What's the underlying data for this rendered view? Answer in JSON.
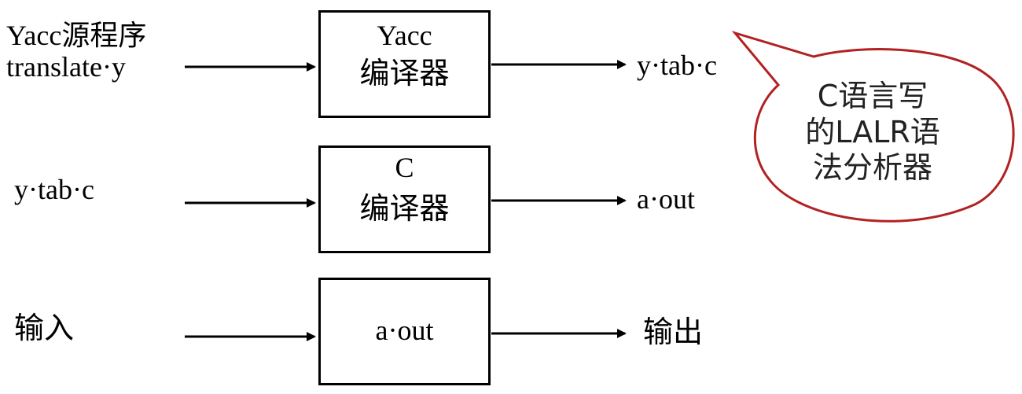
{
  "rows": [
    {
      "input_lines": [
        "Yacc源程序",
        "translate·y"
      ],
      "box_lines": [
        "Yacc",
        "编译器"
      ],
      "output": "y·tab·c"
    },
    {
      "input_lines": [
        "y·tab·c"
      ],
      "box_lines": [
        "C",
        "编译器"
      ],
      "output": "a·out"
    },
    {
      "input_lines": [
        "输入"
      ],
      "box_lines": [
        "a·out"
      ],
      "output": "输出"
    }
  ],
  "callout": {
    "lines": [
      "C语言写",
      "的LALR语",
      "法分析器"
    ],
    "fill_color": "#ffffff",
    "border_color": "#b22222"
  }
}
